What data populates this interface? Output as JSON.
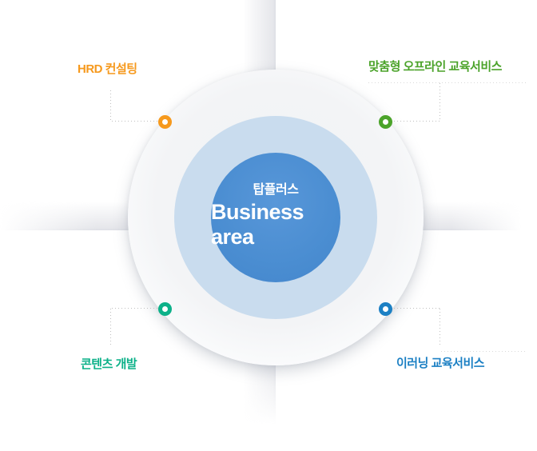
{
  "page": {
    "background": "#ffffff"
  },
  "center": {
    "company": "탑플러스",
    "title": "Business area",
    "inner_fill": "#4a8dd1",
    "ring_fill": "#c9dcee",
    "outer_fill": "#f2f3f5",
    "text_color": "#ffffff"
  },
  "areas": {
    "top_left": {
      "label": "HRD 컨설팅",
      "color": "#f6991d",
      "marker_icon": "donut-ring"
    },
    "top_right": {
      "label": "맞춤형 오프라인 교육서비스",
      "color": "#4ba32a",
      "marker_icon": "donut-ring"
    },
    "bottom_left": {
      "label": "콘텐츠 개발",
      "color": "#0db189",
      "marker_icon": "donut-ring"
    },
    "bottom_right": {
      "label": "이러닝 교육서비스",
      "color": "#1c80c4",
      "marker_icon": "donut-ring"
    }
  },
  "decor": {
    "dotted_line_color": "#bfbfbf",
    "cross_band_color": "#e2e3e8"
  }
}
